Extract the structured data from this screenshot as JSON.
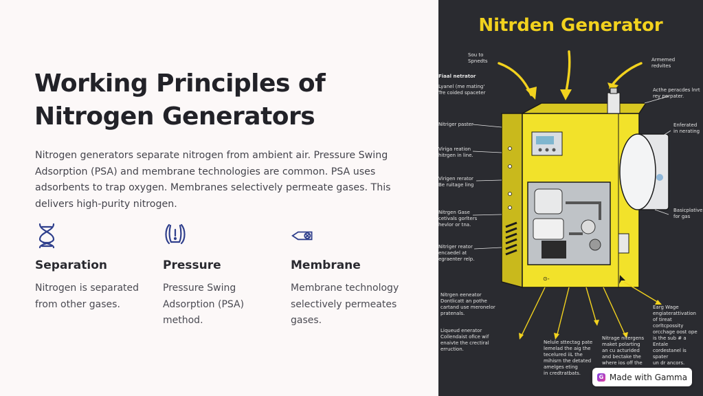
{
  "slide": {
    "title": "Working Principles of Nitrogen Generators",
    "intro": "Nitrogen generators separate nitrogen from ambient air. Pressure Swing Adsorption (PSA) and membrane technologies are common. PSA uses adsorbents to trap oxygen. Membranes selectively permeate gases. This delivers high-purity nitrogen.",
    "cards": [
      {
        "icon": "dna-icon",
        "title": "Separation",
        "desc": "Nitrogen is separated from other gases."
      },
      {
        "icon": "pressure-icon",
        "title": "Pressure",
        "desc": "Pressure Swing Adsorption (PSA) method."
      },
      {
        "icon": "membrane-icon",
        "title": "Membrane",
        "desc": "Membrane technology selectively permeates gases."
      }
    ],
    "accent": "#2f3f8c"
  },
  "illustration": {
    "title": "Nitrden Generator",
    "labels": {
      "l1": "Sou to\nSpnedts",
      "l2": "Armemed\nredvites",
      "l3": "Fiaal netrator",
      "l4": "Lyanel (me mating'\nTre coided spaceter",
      "l5": "Acthe peracdes lnrt\nrey perpater.",
      "l6": "Nitriger paster",
      "l7": "Enferated\nin nerating",
      "l8": "Viriga reation\nhitrgen in line.",
      "l9": "Virigen rerator\nBe ruitage ling",
      "l10": "Nitrgen Gase\ncetivals gorlters\nhevlor or tna.",
      "l11": "Basicplative\nfor gas",
      "l12": "Nitriger reator\nencaedel at\negraenter relp.",
      "l13": "Nitrgen eeneator\nDontlicatt an pothe\ncartand use meronelor\npratenals.",
      "l14": "Earg Wage\nengiaterattivation\nof tireat corltcpossity\norcchage oost ope\nis the sub # a Entale\ncordestanel is spater\nun dr ancors.",
      "l15": "Liqueud enerator\nCollendaist ofice wif\nenaivte the crectiral\nerruction.",
      "l16": "Nelule sttectag pate\nlemelad the aig the\ntecelured iiL the\nmihisrn the detated\namelges eting\nin credtratbats.",
      "l17": "Nitrage nitergens\nmaket polarting\nan cu acturided\nand bectake the\nwhere ios off the\n- goes."
    },
    "colors": {
      "cabinet": "#f2e22a",
      "arrows": "#f2d21e",
      "background": "#2a2b30"
    }
  },
  "badge": {
    "label": "Made with Gamma"
  }
}
